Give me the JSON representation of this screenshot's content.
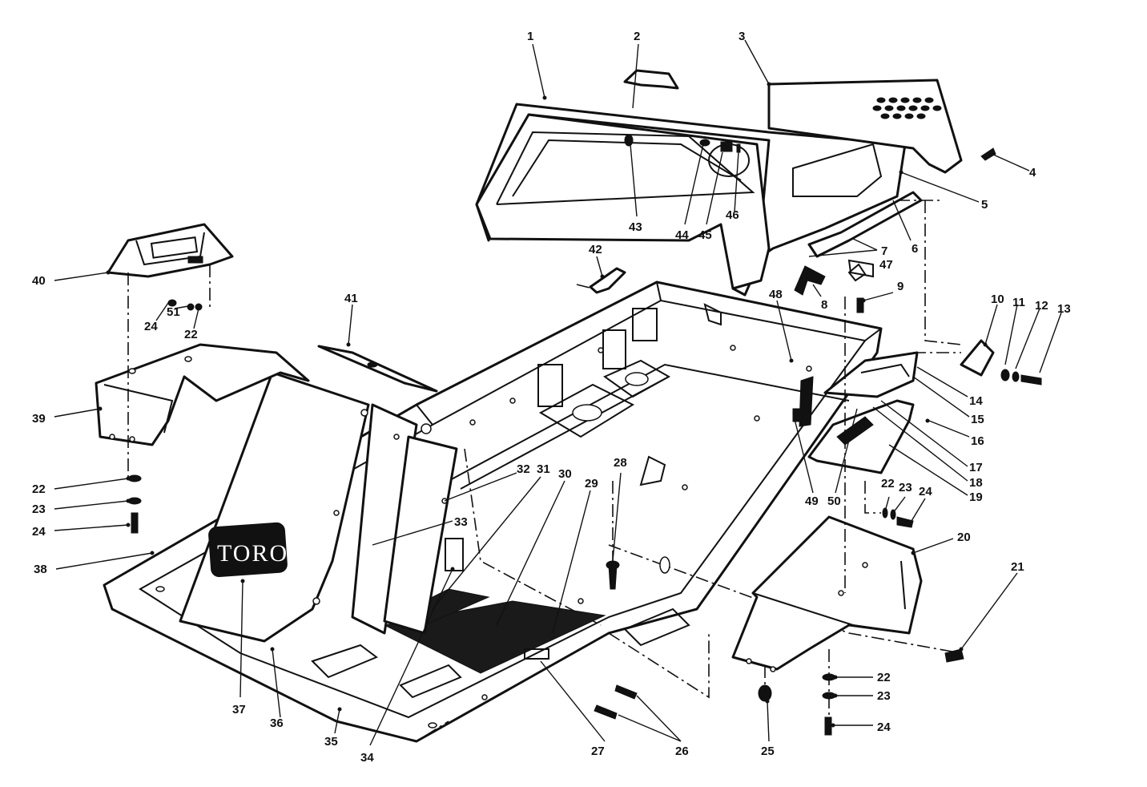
{
  "brand_logo": "TORO",
  "callouts": [
    {
      "n": "1"
    },
    {
      "n": "2"
    },
    {
      "n": "3"
    },
    {
      "n": "4"
    },
    {
      "n": "5"
    },
    {
      "n": "6"
    },
    {
      "n": "7"
    },
    {
      "n": "8"
    },
    {
      "n": "9"
    },
    {
      "n": "10"
    },
    {
      "n": "11"
    },
    {
      "n": "12"
    },
    {
      "n": "13"
    },
    {
      "n": "14"
    },
    {
      "n": "15"
    },
    {
      "n": "16"
    },
    {
      "n": "17"
    },
    {
      "n": "18"
    },
    {
      "n": "19"
    },
    {
      "n": "20"
    },
    {
      "n": "21"
    },
    {
      "n": "22"
    },
    {
      "n": "23"
    },
    {
      "n": "24"
    },
    {
      "n": "25"
    },
    {
      "n": "26"
    },
    {
      "n": "27"
    },
    {
      "n": "28"
    },
    {
      "n": "29"
    },
    {
      "n": "30"
    },
    {
      "n": "31"
    },
    {
      "n": "32"
    },
    {
      "n": "33"
    },
    {
      "n": "34"
    },
    {
      "n": "35"
    },
    {
      "n": "36"
    },
    {
      "n": "37"
    },
    {
      "n": "38"
    },
    {
      "n": "39"
    },
    {
      "n": "40"
    },
    {
      "n": "41"
    },
    {
      "n": "42"
    },
    {
      "n": "43"
    },
    {
      "n": "44"
    },
    {
      "n": "45"
    },
    {
      "n": "46"
    },
    {
      "n": "47"
    },
    {
      "n": "48"
    },
    {
      "n": "49"
    },
    {
      "n": "50"
    },
    {
      "n": "24"
    },
    {
      "n": "51"
    },
    {
      "n": "22"
    },
    {
      "n": "22"
    },
    {
      "n": "23"
    },
    {
      "n": "24"
    },
    {
      "n": "22"
    },
    {
      "n": "23"
    },
    {
      "n": "24"
    }
  ]
}
